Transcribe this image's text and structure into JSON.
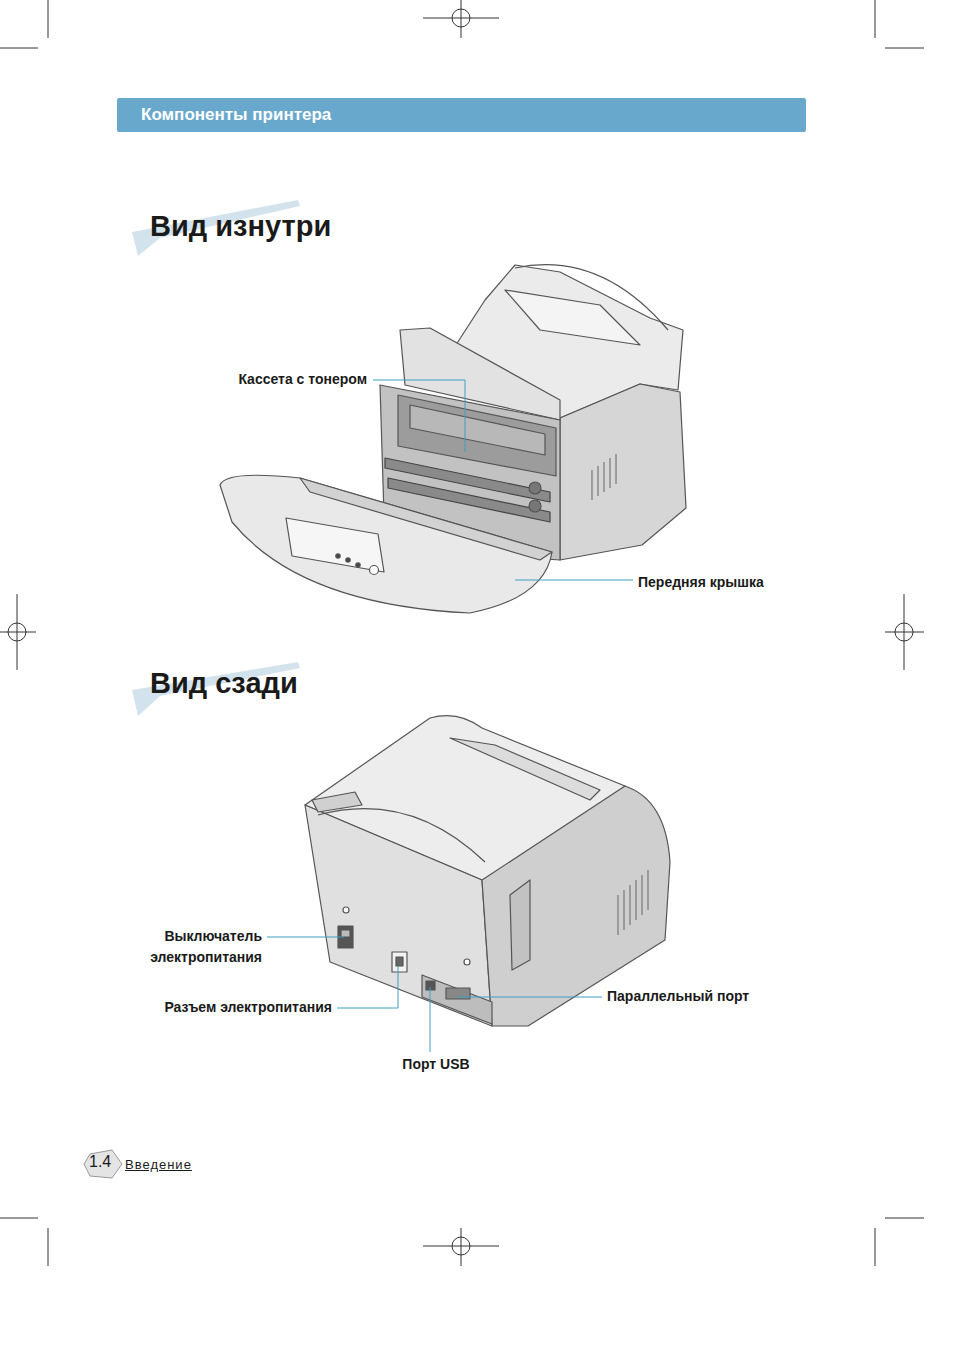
{
  "diagram": {
    "nodes": [
      {
        "text": [
          "Компоненты принтера"
        ]
      }
    ],
    "labels": [
      "Вид изнутри",
      "Кассета с тонером",
      "Передняя крышка",
      "Вид сзади",
      "Выключатель электропитания",
      "Разъем электропитания",
      "Параллельный порт",
      "Порт USB",
      "1.4",
      "Введение"
    ]
  }
}
